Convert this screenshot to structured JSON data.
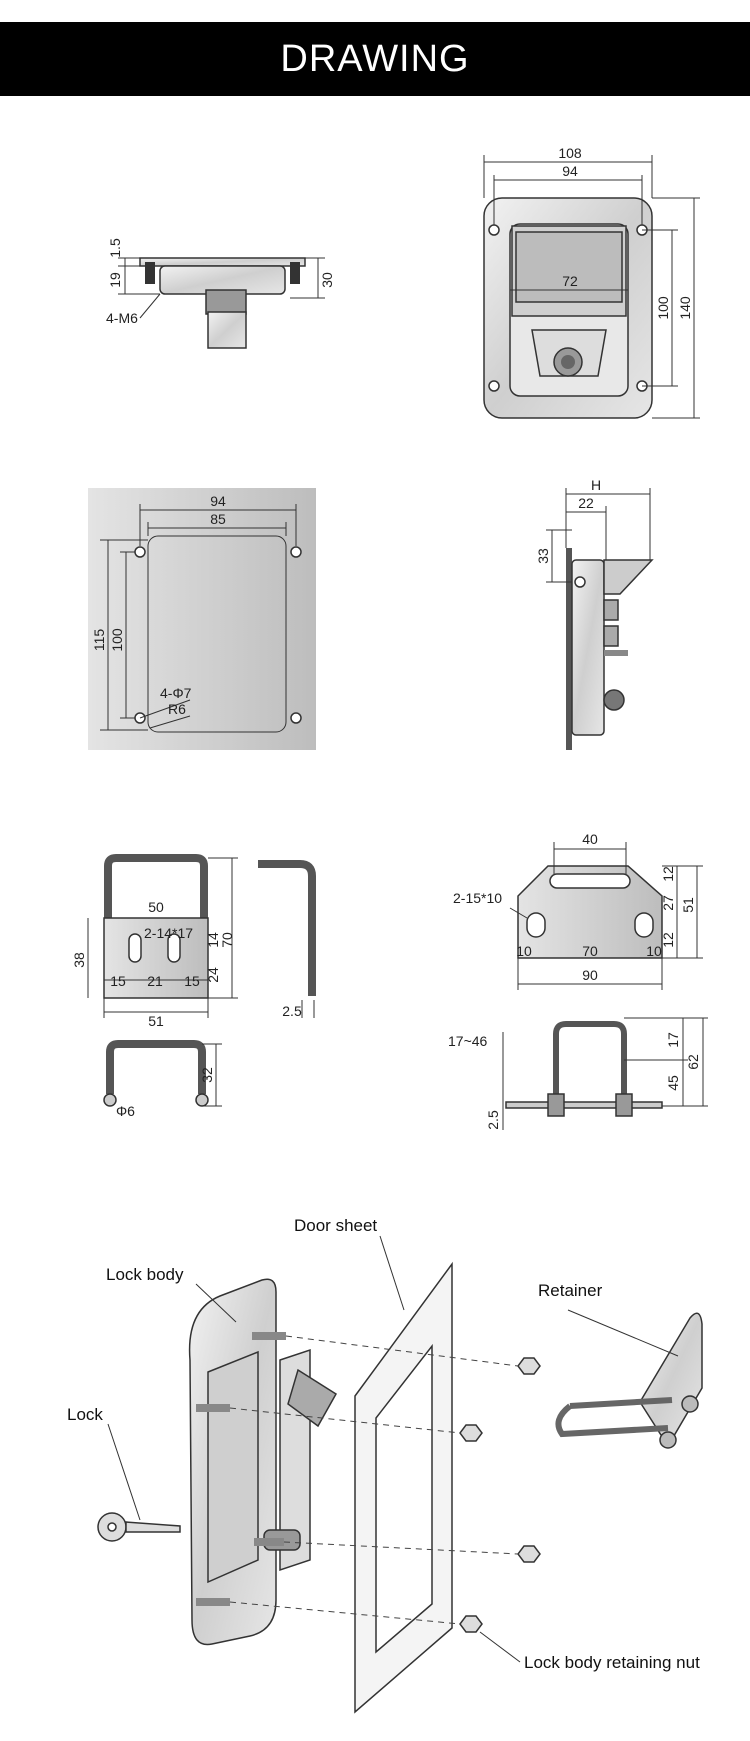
{
  "header": {
    "title": "DRAWING"
  },
  "views": {
    "side_view": {
      "dims": [
        "1.5",
        "19",
        "30",
        "4-M6"
      ]
    },
    "front_view": {
      "dims": [
        "108",
        "94",
        "72",
        "100",
        "140"
      ]
    },
    "cutout_view": {
      "dims": [
        "94",
        "85",
        "115",
        "100",
        "4-Φ7",
        "R6"
      ]
    },
    "profile_view": {
      "dims": [
        "H",
        "22",
        "33"
      ]
    },
    "bracket_view": {
      "dims": [
        "50",
        "2-14*17",
        "14",
        "70",
        "38",
        "15",
        "21",
        "15",
        "24",
        "51",
        "2.5",
        "32",
        "Φ6"
      ]
    },
    "retainer_view": {
      "dims": [
        "40",
        "2-15*10",
        "12",
        "27",
        "51",
        "12",
        "10",
        "70",
        "10",
        "90",
        "17~46",
        "17",
        "45",
        "62",
        "2.5"
      ]
    }
  },
  "assembly": {
    "labels": {
      "door_sheet": "Door sheet",
      "lock_body": "Lock body",
      "retainer": "Retainer",
      "lock": "Lock",
      "retaining_nut": "Lock body retaining nut"
    }
  },
  "colors": {
    "banner_bg": "#000000",
    "banner_text": "#ffffff",
    "line": "#333333",
    "metal": "#d8d8d8"
  }
}
